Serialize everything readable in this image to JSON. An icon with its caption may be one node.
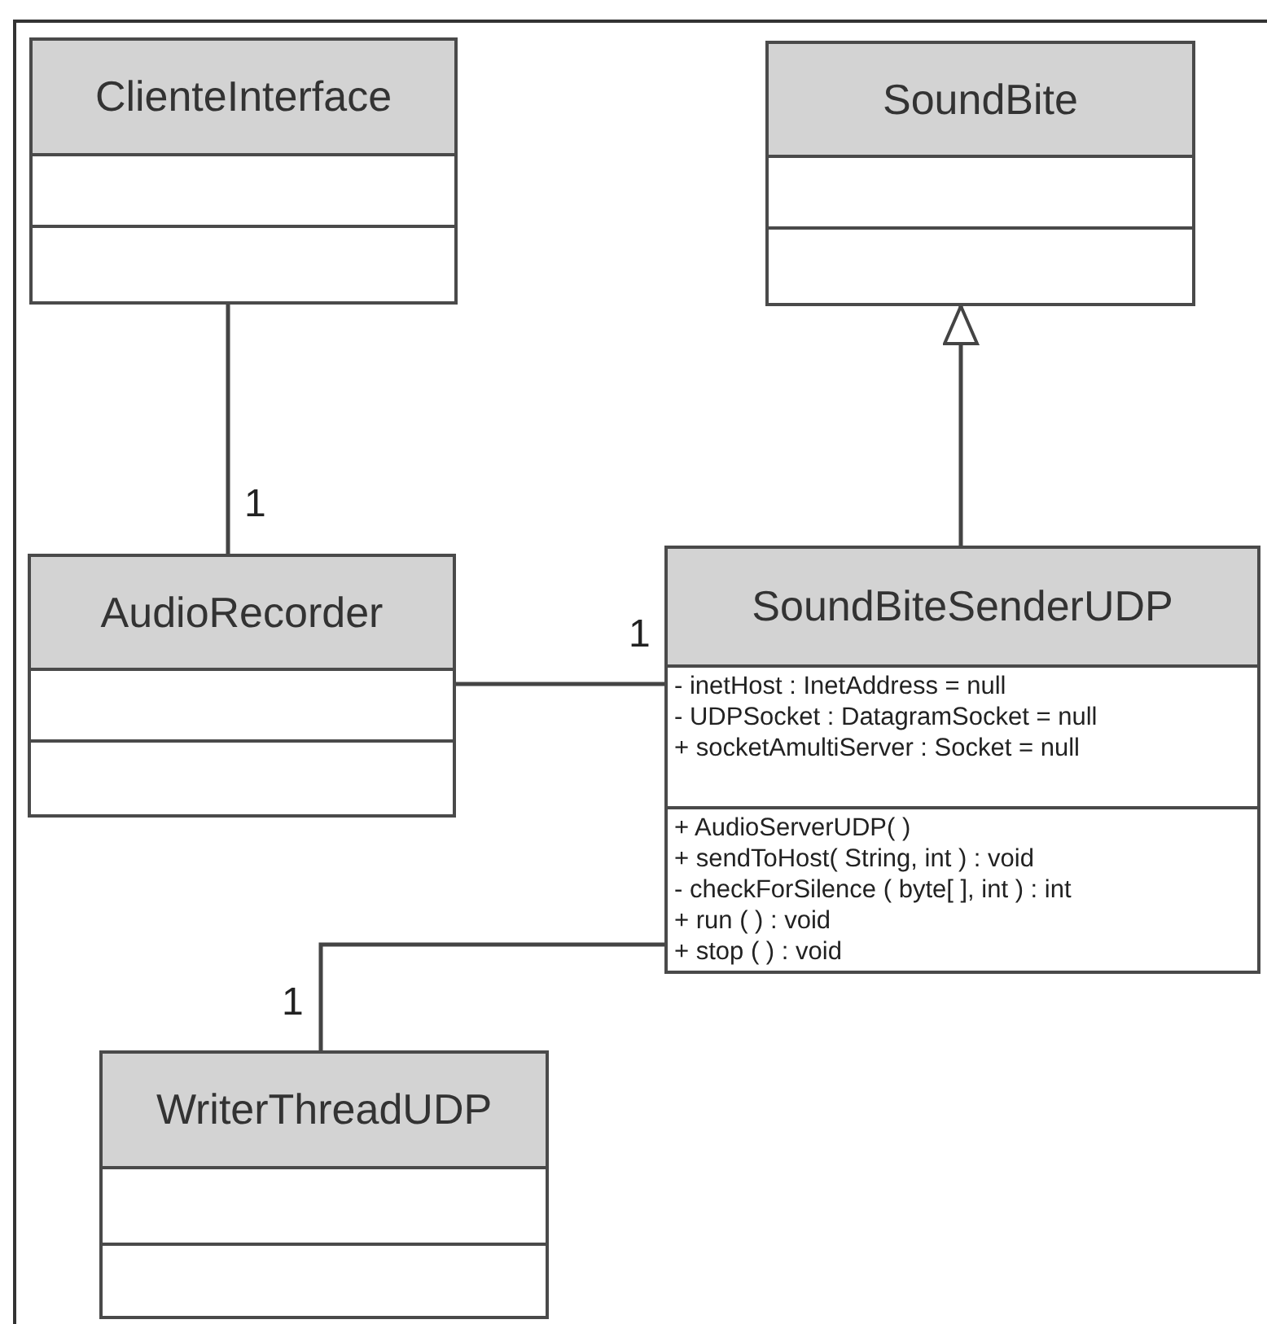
{
  "diagram": {
    "nodes": [
      {
        "text": [
          "ClienteInterface"
        ]
      },
      {
        "text": [],
        "shape": "box",
        "in": 0
      },
      {
        "text": [],
        "shape": "box",
        "in": 0
      },
      {
        "text": [
          "SoundBite"
        ]
      },
      {
        "text": [],
        "shape": "box",
        "in": 3
      },
      {
        "text": [],
        "shape": "box",
        "in": 3
      },
      {
        "text": [
          "AudioRecorder"
        ]
      },
      {
        "text": [],
        "shape": "box",
        "in": 6
      },
      {
        "text": [],
        "shape": "box",
        "in": 6
      },
      {
        "text": [
          "SoundBiteSenderUDP"
        ]
      },
      {
        "text": [
          "- inetHost : InetAddress = null",
          "- UDPSocket : DatagramSocket = null",
          "+ socketAmultiServer : Socket = null"
        ],
        "in": 9
      },
      {
        "text": [
          "+ AudioServerUDP( )",
          "+ sendToHost( String, int ) : void",
          "- checkForSilence ( byte[ ], int ) : int",
          "+ run ( ) : void",
          "+ stop ( ) : void"
        ],
        "in": 9
      },
      {
        "text": [
          "WriterThreadUDP"
        ]
      },
      {
        "text": [],
        "shape": "box",
        "in": 12
      },
      {
        "text": [],
        "shape": "box",
        "in": 12
      }
    ],
    "edges": [
      {
        "from": 0,
        "to": 6,
        "arrow": "none"
      },
      {
        "from": 9,
        "to": 3,
        "arrow": "to"
      },
      {
        "from": 6,
        "to": 9,
        "arrow": "none"
      },
      {
        "from": 9,
        "to": 12,
        "arrow": "none"
      }
    ],
    "labels": [
      "1",
      "1",
      "1"
    ]
  }
}
